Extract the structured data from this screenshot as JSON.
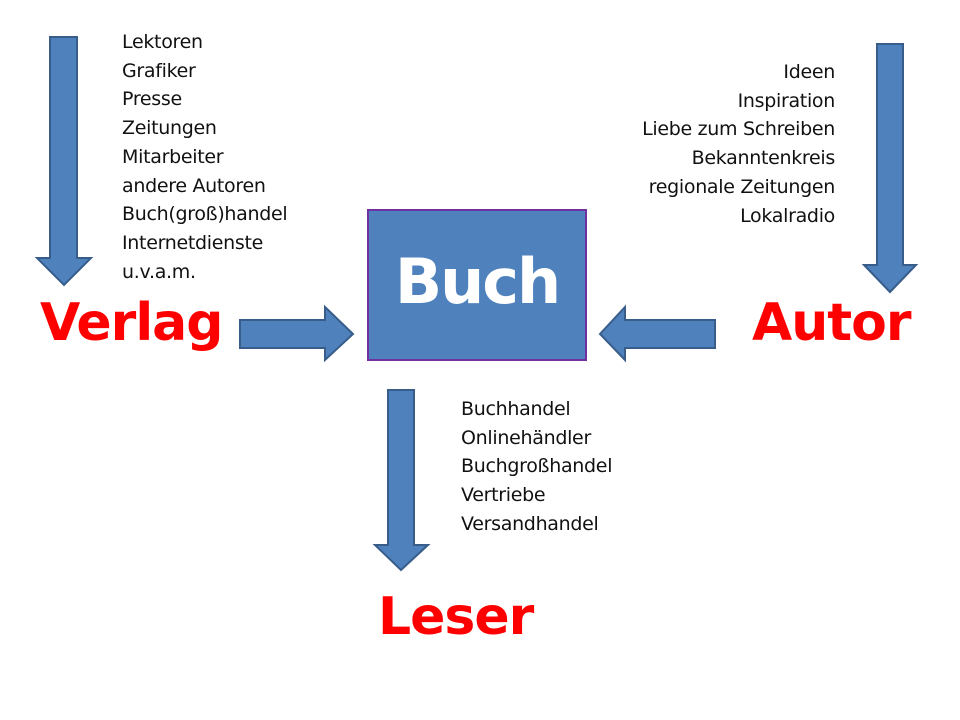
{
  "center": {
    "label": "Buch"
  },
  "verlag": {
    "label": "Verlag",
    "items": [
      "Lektoren",
      "Grafiker",
      "Presse",
      "Zeitungen",
      "Mitarbeiter",
      "andere Autoren",
      "Buch(groß)handel",
      "Internetdienste",
      "u.v.a.m."
    ]
  },
  "autor": {
    "label": "Autor",
    "items": [
      "Ideen",
      "Inspiration",
      "Liebe zum Schreiben",
      "Bekanntenkreis",
      "regionale Zeitungen",
      "Lokalradio"
    ]
  },
  "leser": {
    "label": "Leser",
    "items": [
      "Buchhandel",
      "Onlinehändler",
      "Buchgroßhandel",
      "Vertriebe",
      "Versandhandel"
    ]
  },
  "colors": {
    "arrow": "#4f81bd",
    "arrow_stroke": "#385d8a",
    "label": "#ff0000",
    "box_border": "#7030a0"
  }
}
